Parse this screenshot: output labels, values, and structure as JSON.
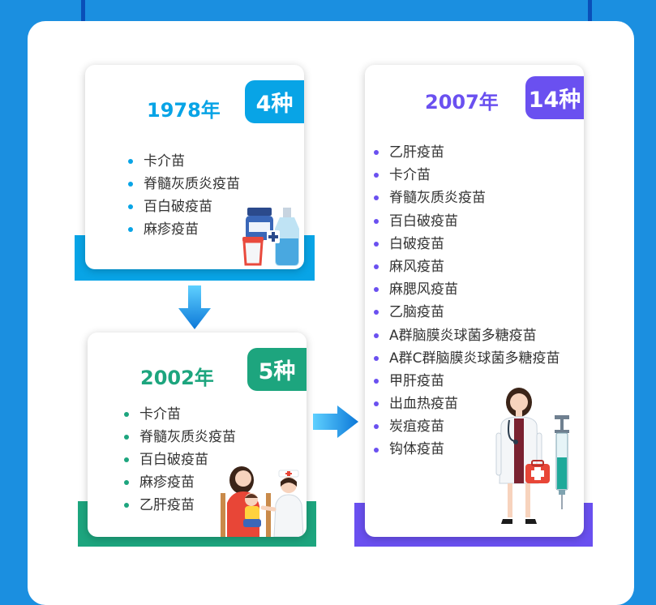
{
  "colors": {
    "background": "#1b8fe0",
    "card1_accent": "#08a4e6",
    "card2_accent": "#1da57e",
    "card3_accent": "#6a50f0"
  },
  "card_1978": {
    "year": "1978年",
    "count": "4种",
    "items": [
      "卡介苗",
      "脊髓灰质炎疫苗",
      "百白破疫苗",
      "麻疹疫苗"
    ]
  },
  "card_2002": {
    "year": "2002年",
    "count": "5种",
    "items": [
      "卡介苗",
      "脊髓灰质炎疫苗",
      "百白破疫苗",
      "麻疹疫苗",
      "乙肝疫苗"
    ]
  },
  "card_2007": {
    "year": "2007年",
    "count": "14种",
    "items": [
      "乙肝疫苗",
      "卡介苗",
      "脊髓灰质炎疫苗",
      "百白破疫苗",
      "白破疫苗",
      "麻风疫苗",
      "麻腮风疫苗",
      "乙脑疫苗",
      "A群脑膜炎球菌多糖疫苗",
      "A群C群脑膜炎球菌多糖疫苗",
      "甲肝疫苗",
      "出血热疫苗",
      "炭疽疫苗",
      "钩体疫苗"
    ]
  },
  "icons": [
    "medicine-bottles-icon",
    "nurse-mother-child-icon",
    "doctor-icon",
    "syringe-icon",
    "arrow-down-icon",
    "arrow-right-icon"
  ]
}
